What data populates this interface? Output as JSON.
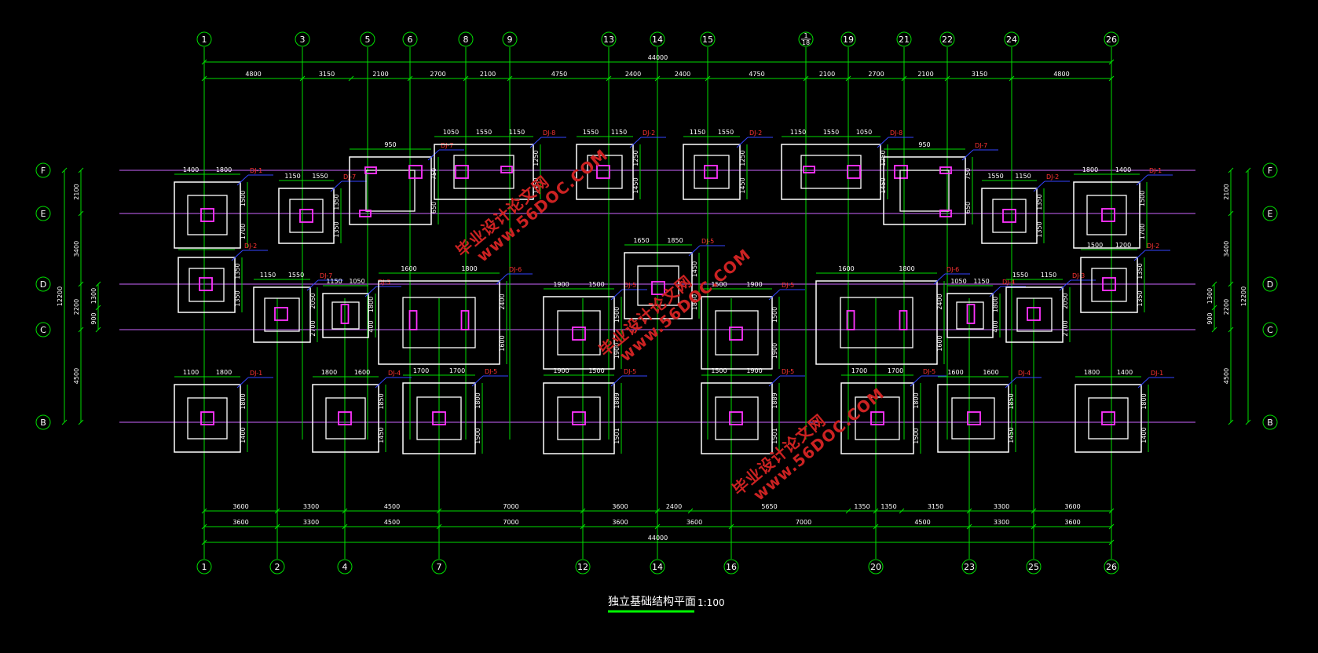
{
  "axes_top": [
    "1",
    "3",
    "5",
    "6",
    "8",
    "9",
    "13",
    "14",
    "15",
    "1/18",
    "19",
    "21",
    "22",
    "24",
    "26"
  ],
  "axes_bottom": [
    "1",
    "2",
    "4",
    "7",
    "12",
    "14",
    "16",
    "20",
    "23",
    "25",
    "26"
  ],
  "axes_rows": [
    "F",
    "E",
    "D",
    "C",
    "B"
  ],
  "dims_top_overall": "44000",
  "dims_top": [
    "4800",
    "3150",
    "2100",
    "2700",
    "2100",
    "4750",
    "2400",
    "2400",
    "4750",
    "2100",
    "2700",
    "2100",
    "3150",
    "4800"
  ],
  "dims_bottom_1": [
    "3600",
    "3300",
    "4500",
    "7000",
    "3600",
    "2400",
    "5650",
    "1350",
    "1350",
    "3150",
    "3300",
    "3600"
  ],
  "dims_bottom_2": [
    "3600",
    "3300",
    "4500",
    "7000",
    "3600",
    "3600",
    "7000",
    "4500",
    "3300",
    "3600"
  ],
  "dims_bottom_overall": "44000",
  "dims_left_inner": [
    "2100",
    "3400",
    "2200",
    "4500"
  ],
  "dims_left_mid": [
    "1300",
    "900"
  ],
  "dims_left_outer": "12200",
  "dims_right_inner": [
    "2100",
    "3400",
    "2200",
    "4500"
  ],
  "dims_right_mid": [
    "1300",
    "900"
  ],
  "dims_right_outer": "12200",
  "footings": [
    {
      "tag": "DJ-1",
      "dims": [
        "1400",
        "1800"
      ],
      "side": [
        "1500",
        "1700"
      ]
    },
    {
      "tag": "DJ-7",
      "dims": [
        "1150",
        "1550"
      ],
      "side": [
        "1350",
        "1350"
      ]
    },
    {
      "tag": "DJ-7",
      "dims": [
        "950"
      ],
      "side": [
        "750",
        "650"
      ]
    },
    {
      "tag": "DJ-8",
      "dims": [
        "1050",
        "1550",
        "1150"
      ],
      "side": [
        "1250",
        "1450"
      ]
    },
    {
      "tag": "DJ-2",
      "dims": [
        "1550",
        "1150"
      ],
      "side": [
        "1250",
        "1450"
      ]
    },
    {
      "tag": "DJ-2",
      "dims": [
        "1150",
        "1550"
      ],
      "side": [
        "1250",
        "1450"
      ]
    },
    {
      "tag": "DJ-8",
      "dims": [
        "1150",
        "1550",
        "1050"
      ],
      "side": [
        "1250",
        "1450"
      ]
    },
    {
      "tag": "DJ-7",
      "dims": [
        "950"
      ],
      "side": [
        "750",
        "650"
      ]
    },
    {
      "tag": "DJ-2",
      "dims": [
        "1550",
        "1150"
      ],
      "side": [
        "1350",
        "1350"
      ]
    },
    {
      "tag": "DJ-1",
      "dims": [
        "1800",
        "1400"
      ],
      "side": [
        "1500",
        "1700"
      ]
    },
    {
      "tag": "DJ-2",
      "dims": [],
      "side": [
        "1350",
        "1350"
      ]
    },
    {
      "tag": "DJ-7",
      "dims": [
        "1150",
        "1550"
      ],
      "side": [
        "2050",
        "2700"
      ]
    },
    {
      "tag": "DJ-3",
      "dims": [
        "1150",
        "1050"
      ],
      "side": [
        "1800",
        "400"
      ]
    },
    {
      "tag": "DJ-6",
      "dims": [
        "1600",
        "1800"
      ],
      "side": [
        "2400",
        "1600"
      ]
    },
    {
      "tag": "DJ-5",
      "dims": [
        "1900",
        "1500"
      ],
      "side": [
        "1500",
        "1900"
      ]
    },
    {
      "tag": "DJ-5",
      "dims": [
        "1650",
        "1850"
      ],
      "side": [
        "1450",
        "1850"
      ]
    },
    {
      "tag": "DJ-5",
      "dims": [
        "1500",
        "1900"
      ],
      "side": [
        "1500",
        "1900"
      ]
    },
    {
      "tag": "DJ-6",
      "dims": [
        "1600",
        "1800"
      ],
      "side": [
        "2400",
        "1600"
      ]
    },
    {
      "tag": "DJ-4",
      "dims": [
        "1050",
        "1150"
      ],
      "side": [
        "1800",
        "400"
      ]
    },
    {
      "tag": "DJ-3",
      "dims": [
        "1550",
        "1150"
      ],
      "side": [
        "2050",
        "2700"
      ]
    },
    {
      "tag": "DJ-2",
      "dims": [
        "1500",
        "1200"
      ],
      "side": [
        "1350",
        "1350"
      ]
    },
    {
      "tag": "DJ-1",
      "dims": [
        "1100",
        "1800"
      ],
      "side": [
        "1800",
        "1400"
      ]
    },
    {
      "tag": "DJ-4",
      "dims": [
        "1800",
        "1600"
      ],
      "side": [
        "1850",
        "1450"
      ]
    },
    {
      "tag": "DJ-5",
      "dims": [
        "1700",
        "1700"
      ],
      "side": [
        "1800",
        "1500"
      ]
    },
    {
      "tag": "DJ-5",
      "dims": [
        "1900",
        "1500"
      ],
      "side": [
        "1889",
        "1501"
      ]
    },
    {
      "tag": "DJ-5",
      "dims": [
        "1500",
        "1900"
      ],
      "side": [
        "1889",
        "1501"
      ]
    },
    {
      "tag": "DJ-5",
      "dims": [
        "1700",
        "1700"
      ],
      "side": [
        "1800",
        "1500"
      ]
    },
    {
      "tag": "DJ-4",
      "dims": [
        "1600",
        "1600"
      ],
      "side": [
        "1850",
        "1450"
      ]
    },
    {
      "tag": "DJ-1",
      "dims": [
        "1800",
        "1400"
      ],
      "side": [
        "1800",
        "1400"
      ]
    }
  ],
  "watermark_text": "毕业设计论文网",
  "watermark_url": "www.56DOC.COM",
  "drawing_title": "独立基础结构平面",
  "drawing_scale": "1:100",
  "colors": {
    "background": "#000000",
    "axis": "#00dd00",
    "grid": "#cc66ff",
    "footing": "#ffffff",
    "column": "#ff33ff",
    "tag": "#ff3333",
    "leader": "#3344ff",
    "watermark": "#cc2222"
  }
}
